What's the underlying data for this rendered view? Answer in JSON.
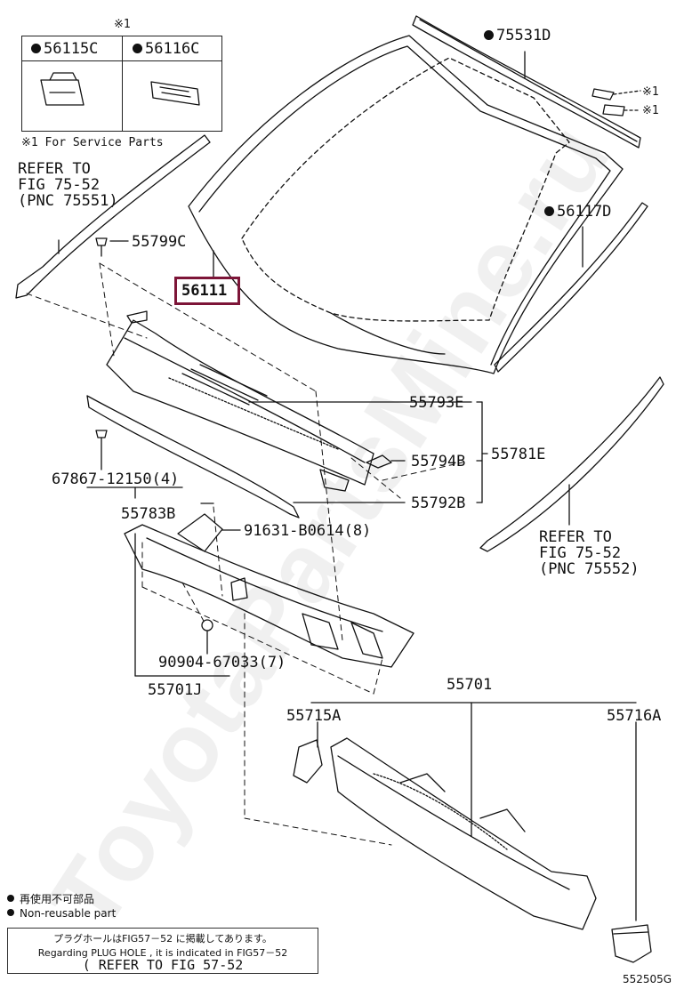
{
  "inset": {
    "mark": "※1",
    "left_part": "56115C",
    "right_part": "56116C",
    "note": "※1 For Service Parts"
  },
  "refer_left": {
    "line1": "REFER TO",
    "line2": "FIG 75-52",
    "line3": "(PNC 75551)"
  },
  "refer_right": {
    "line1": "REFER TO",
    "line2": "FIG 75-52",
    "line3": "(PNC 75552)"
  },
  "labels": {
    "p75531D": "75531D",
    "mark1a": "※1",
    "mark1b": "※1",
    "p56117D": "56117D",
    "p55799C": "55799C",
    "p56111": "56111",
    "p55793E": "55793E",
    "p55794B": "55794B",
    "p55781E": "55781E",
    "p55792B": "55792B",
    "p67867": "67867-12150(4)",
    "p55783B": "55783B",
    "p91631": "91631-B0614(8)",
    "p90904": "90904-67033(7)",
    "p55701J": "55701J",
    "p55701": "55701",
    "p55715A": "55715A",
    "p55716A": "55716A"
  },
  "legend": {
    "jp": "再使用不可部品",
    "en": "Non-reusable part"
  },
  "note_box": {
    "line1": "プラグホールはFIG57－52 に掲載してあります。",
    "line2": "Regarding  PLUG HOLE , it is indicated in FIG57－52",
    "line3": "( REFER TO FIG 57-52"
  },
  "figure_id": "552505G",
  "watermark": "ToyotaPartsMine.ru"
}
